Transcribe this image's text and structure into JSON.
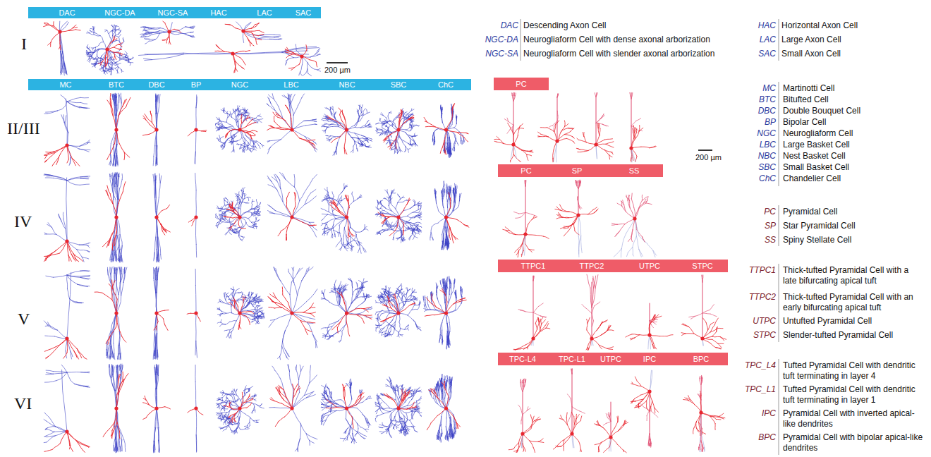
{
  "diagram": {
    "nodes": [
      {
        "text": [
          "DAC",
          "NGC-DA",
          "NGC-SA",
          "HAC",
          "LAC",
          "SAC"
        ]
      },
      {
        "text": [
          "MC",
          "BTC",
          "DBC",
          "BP",
          "NGC",
          "LBC",
          "NBC",
          "SBC",
          "ChC"
        ]
      },
      {
        "text": [
          "PC"
        ]
      },
      {
        "text": [
          "PC",
          "SP",
          "SS"
        ]
      },
      {
        "text": [
          "TTPC1",
          "TTPC2",
          "UTPC",
          "STPC"
        ]
      },
      {
        "text": [
          "TPC-L4",
          "TPC-L1",
          "UTPC",
          "IPC",
          "BPC"
        ]
      }
    ],
    "labels": [
      "I",
      "200 µm",
      "II/III",
      "IV",
      "V",
      "VI",
      "200 µm",
      "DAC",
      "Descending Axon Cell",
      "NGC-DA",
      "Neurogliaform Cell with dense axonal arborization",
      "NGC-SA",
      "Neurogliaform Cell with slender axonal arborization",
      "HAC",
      "Horizontal Axon Cell",
      "LAC",
      "Large Axon Cell",
      "SAC",
      "Small Axon Cell",
      "MC",
      "Martinotti Cell",
      "BTC",
      "Bitufted Cell",
      "DBC",
      "Double Bouquet Cell",
      "BP",
      "Bipolar Cell",
      "NGC",
      "Neurogliaform Cell",
      "LBC",
      "Large Basket Cell",
      "NBC",
      "Nest Basket Cell",
      "SBC",
      "Small Basket Cell",
      "ChC",
      "Chandelier Cell",
      "PC",
      "Pyramidal Cell",
      "SP",
      "Star Pyramidal Cell",
      "SS",
      "Spiny Stellate Cell",
      "TTPC1",
      "Thick-tufted Pyramidal Cell with a late bifurcating apical tuft",
      "TTPC2",
      "Thick-tufted Pyramidal Cell with an early bifurcating apical tuft",
      "UTPC",
      "Untufted Pyramidal Cell",
      "STPC",
      "Slender-tufted Pyramidal Cell",
      "TPC_L4",
      "Tufted Pyramidal Cell with dendritic tuft terminating in layer 4",
      "TPC_L1",
      "Tufted Pyramidal Cell with dendritic tuft terminating in layer 1",
      "IPC",
      "Pyramidal Cell with inverted apical-like dendrites",
      "BPC",
      "Pyramidal Cell with bipolar apical-like dendrites"
    ]
  }
}
